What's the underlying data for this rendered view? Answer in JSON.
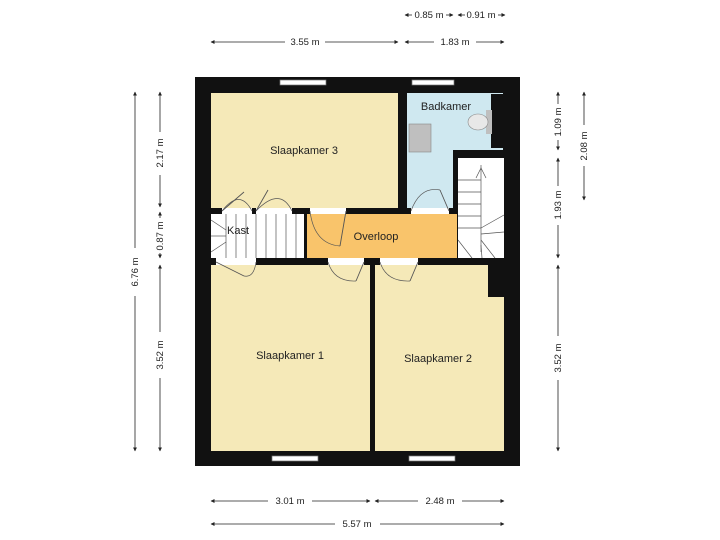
{
  "floorplan": {
    "rooms": [
      {
        "id": "slaapkamer3",
        "label": "Slaapkamer 3",
        "color": "#f5e9b8"
      },
      {
        "id": "badkamer",
        "label": "Badkamer",
        "color": "#cfe8f0"
      },
      {
        "id": "kast",
        "label": "Kast",
        "color": "#ffffff"
      },
      {
        "id": "overloop",
        "label": "Overloop",
        "color": "#f9c46b"
      },
      {
        "id": "slaapkamer1",
        "label": "Slaapkamer 1",
        "color": "#f5e9b8"
      },
      {
        "id": "slaapkamer2",
        "label": "Slaapkamer 2",
        "color": "#f5e9b8"
      }
    ],
    "dimensions": {
      "top_small_left": "0.85 m",
      "top_small_right": "0.91 m",
      "top_left": "3.55 m",
      "top_right": "1.83 m",
      "bottom_left": "3.01 m",
      "bottom_right": "2.48 m",
      "bottom_total": "5.57 m",
      "left_total": "6.76 m",
      "left_top": "2.17 m",
      "left_mid": "0.87 m",
      "left_bottom": "3.52 m",
      "right_top_inner": "1.09 m",
      "right_top_outer": "2.08 m",
      "right_mid": "1.93 m",
      "right_bottom": "3.52 m"
    },
    "colors": {
      "wall": "#111111",
      "bedroom": "#f5e9b8",
      "bathroom": "#cfe8f0",
      "landing": "#f9c46b"
    }
  }
}
